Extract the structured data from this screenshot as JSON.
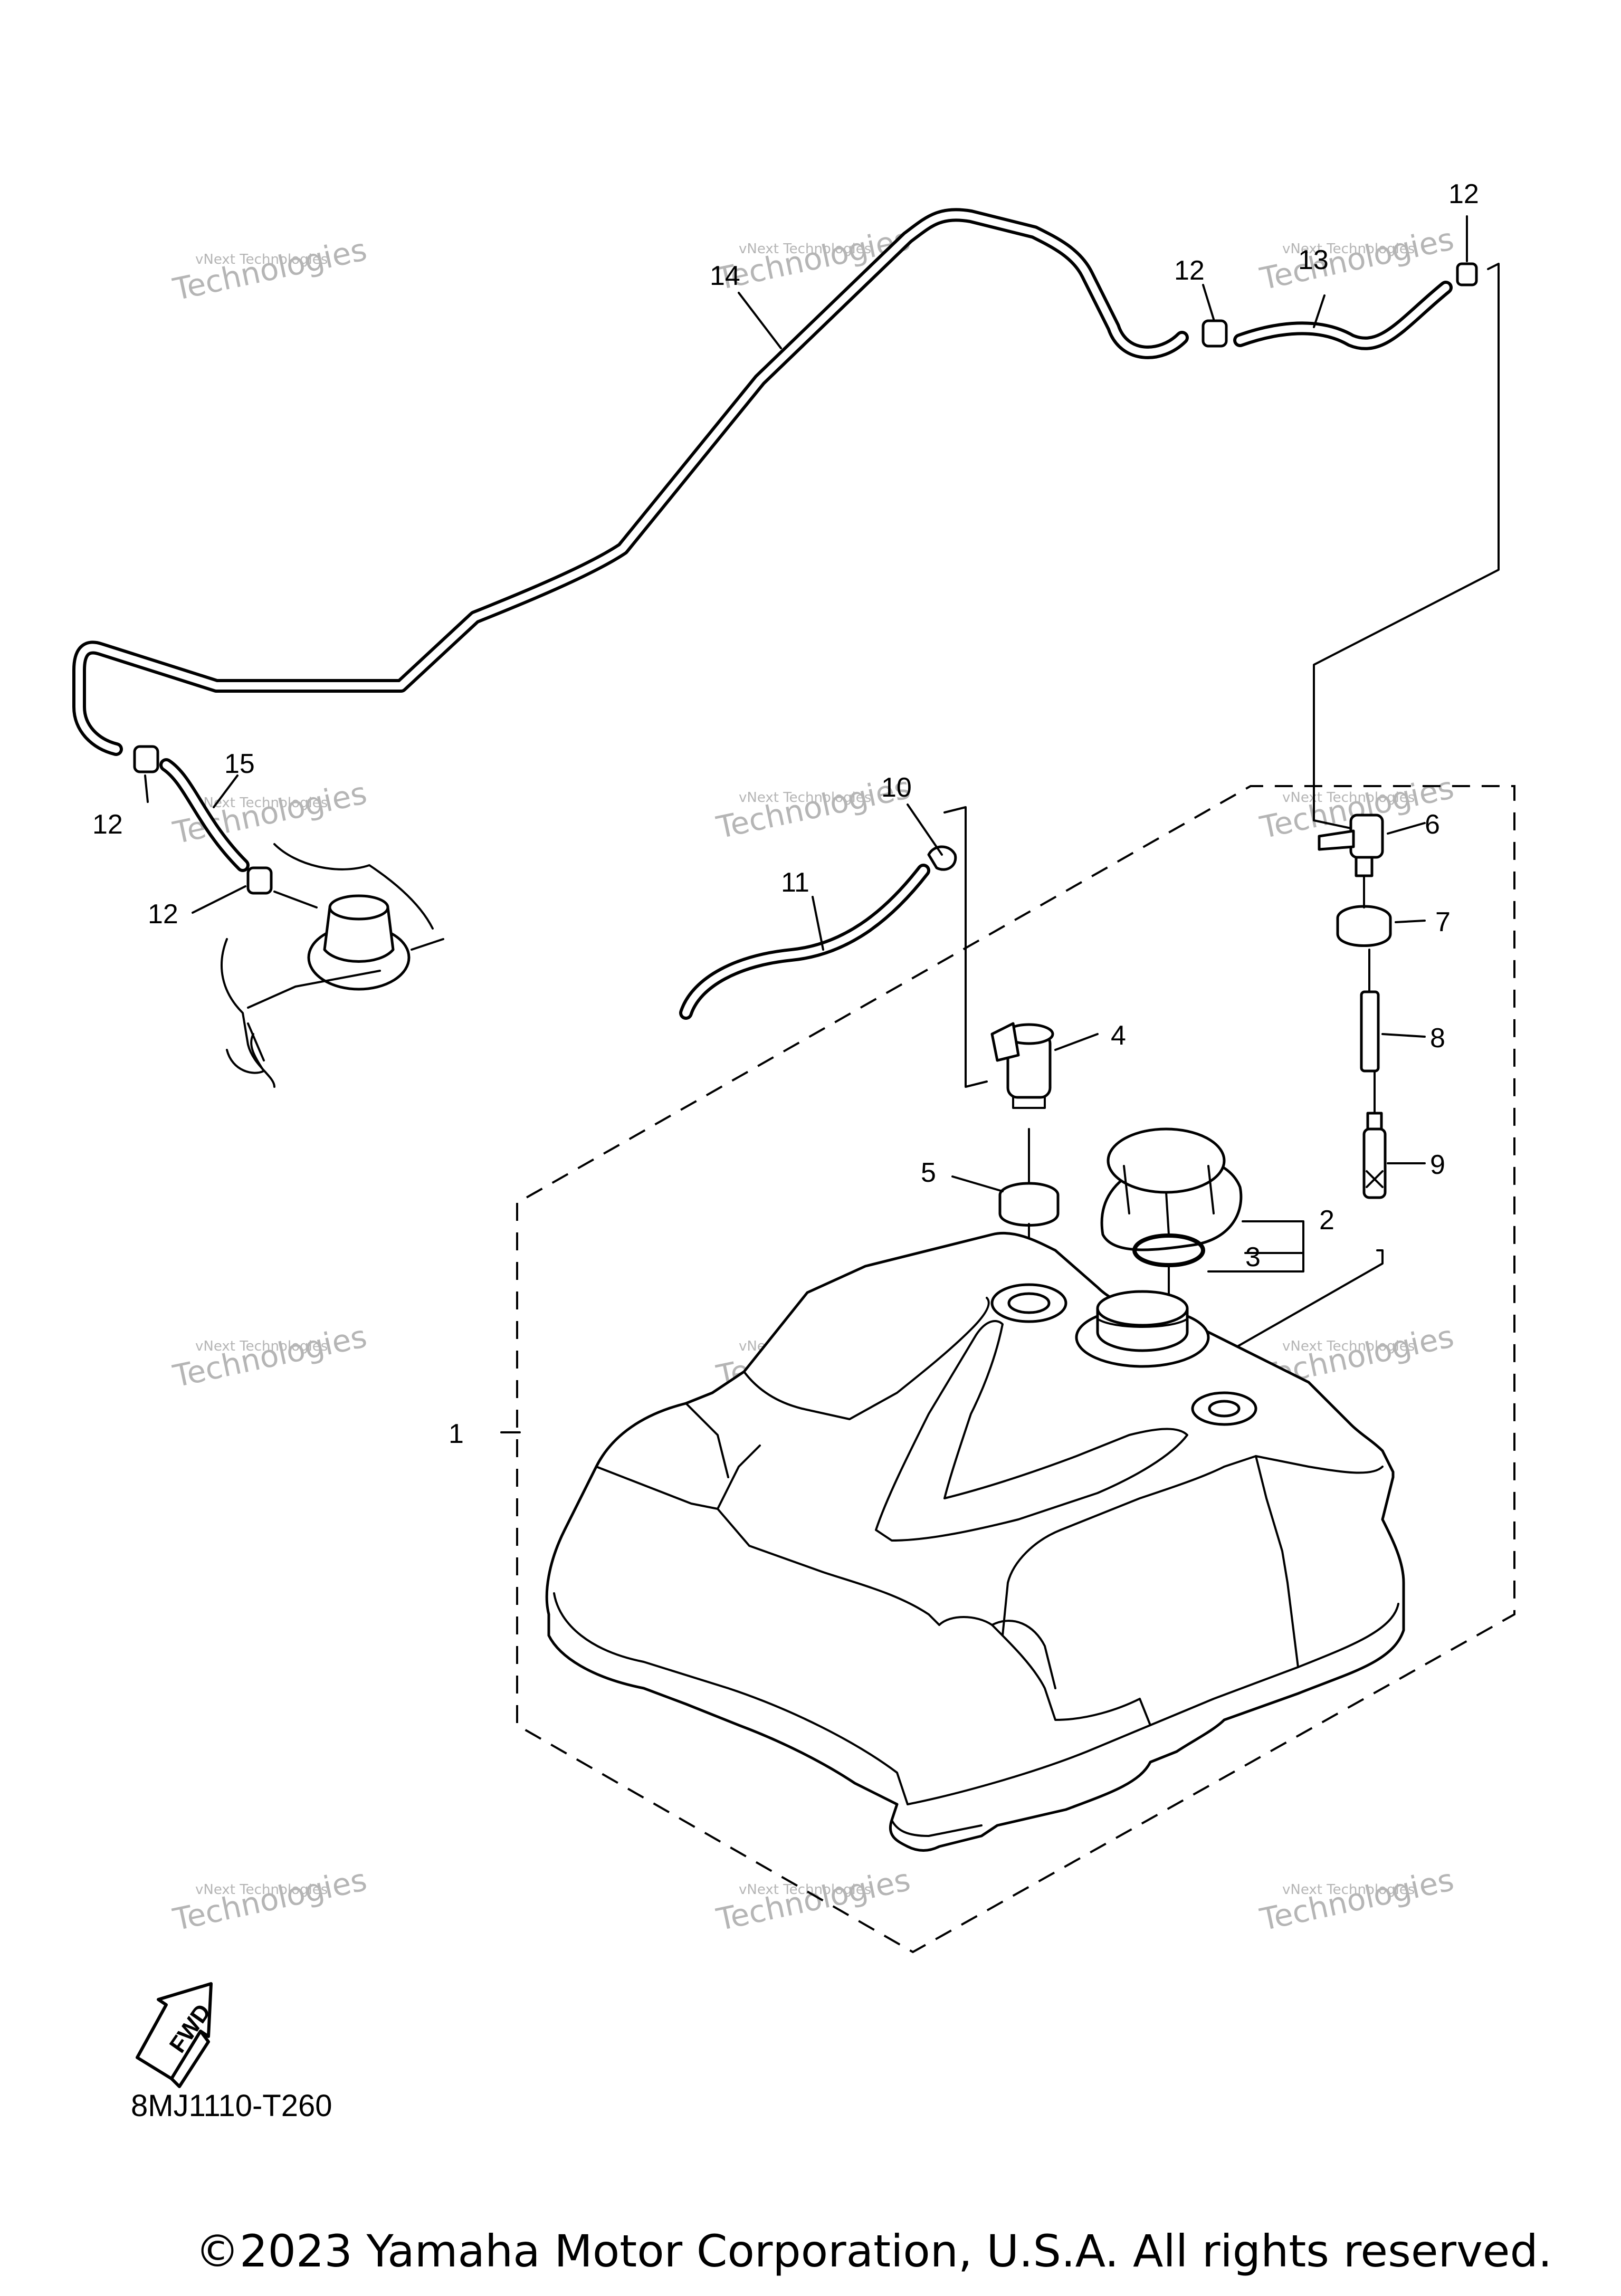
{
  "diagram": {
    "callouts": [
      "1",
      "2",
      "3",
      "4",
      "5",
      "6",
      "7",
      "8",
      "9",
      "10",
      "11",
      "12",
      "13",
      "14",
      "15"
    ],
    "fwd_label": "FWD",
    "illustration_code": "8MJ1110-T260",
    "copyright": "©2023 Yamaha Motor Corporation, U.S.A. All rights reserved."
  },
  "watermark": {
    "line1": "vNext Technologies",
    "line2": "Technologies"
  }
}
